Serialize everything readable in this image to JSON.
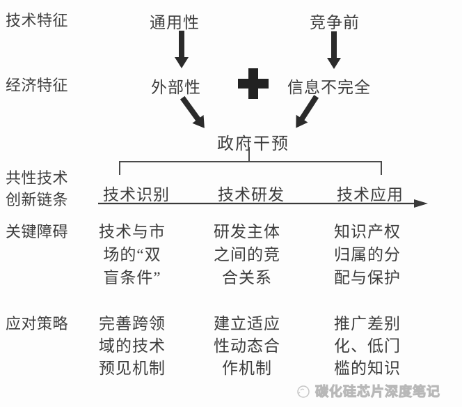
{
  "diagram": {
    "row_labels": {
      "technical": "技术特征",
      "economic": "经济特征",
      "chain": [
        "共性技术",
        "创新链条"
      ],
      "obstacles": "关键障碍",
      "strategies": "应对策略"
    },
    "top": {
      "generality": "通用性",
      "precompetitive": "竞争前"
    },
    "economic_row": {
      "externality": "外部性",
      "plus_icon": "+",
      "incomplete_information": "信息不完全"
    },
    "intervention": "政府干预",
    "columns": [
      {
        "stage": "技术识别",
        "obstacle": [
          "技术与市",
          "场的“双",
          "盲条件”"
        ],
        "strategy": [
          "完善跨领",
          "域的技术",
          "预见机制"
        ]
      },
      {
        "stage": "技术研发",
        "obstacle": [
          "研发主体",
          "之间的竞",
          "合关系"
        ],
        "strategy": [
          "建立适应",
          "性动态合",
          "作机制"
        ]
      },
      {
        "stage": "技术应用",
        "obstacle": [
          "知识产权",
          "归属的分",
          "配与保护"
        ],
        "strategy": [
          "推广差别",
          "化、低门",
          "槛的知识"
        ]
      }
    ],
    "watermark": "碳化硅芯片深度笔记",
    "colors": {
      "background": "#fdfdfd",
      "text": "#3d3d3d",
      "arrow": "#2b2b2b",
      "line": "#4a4a4a",
      "watermark": "#b8b8b8"
    }
  }
}
